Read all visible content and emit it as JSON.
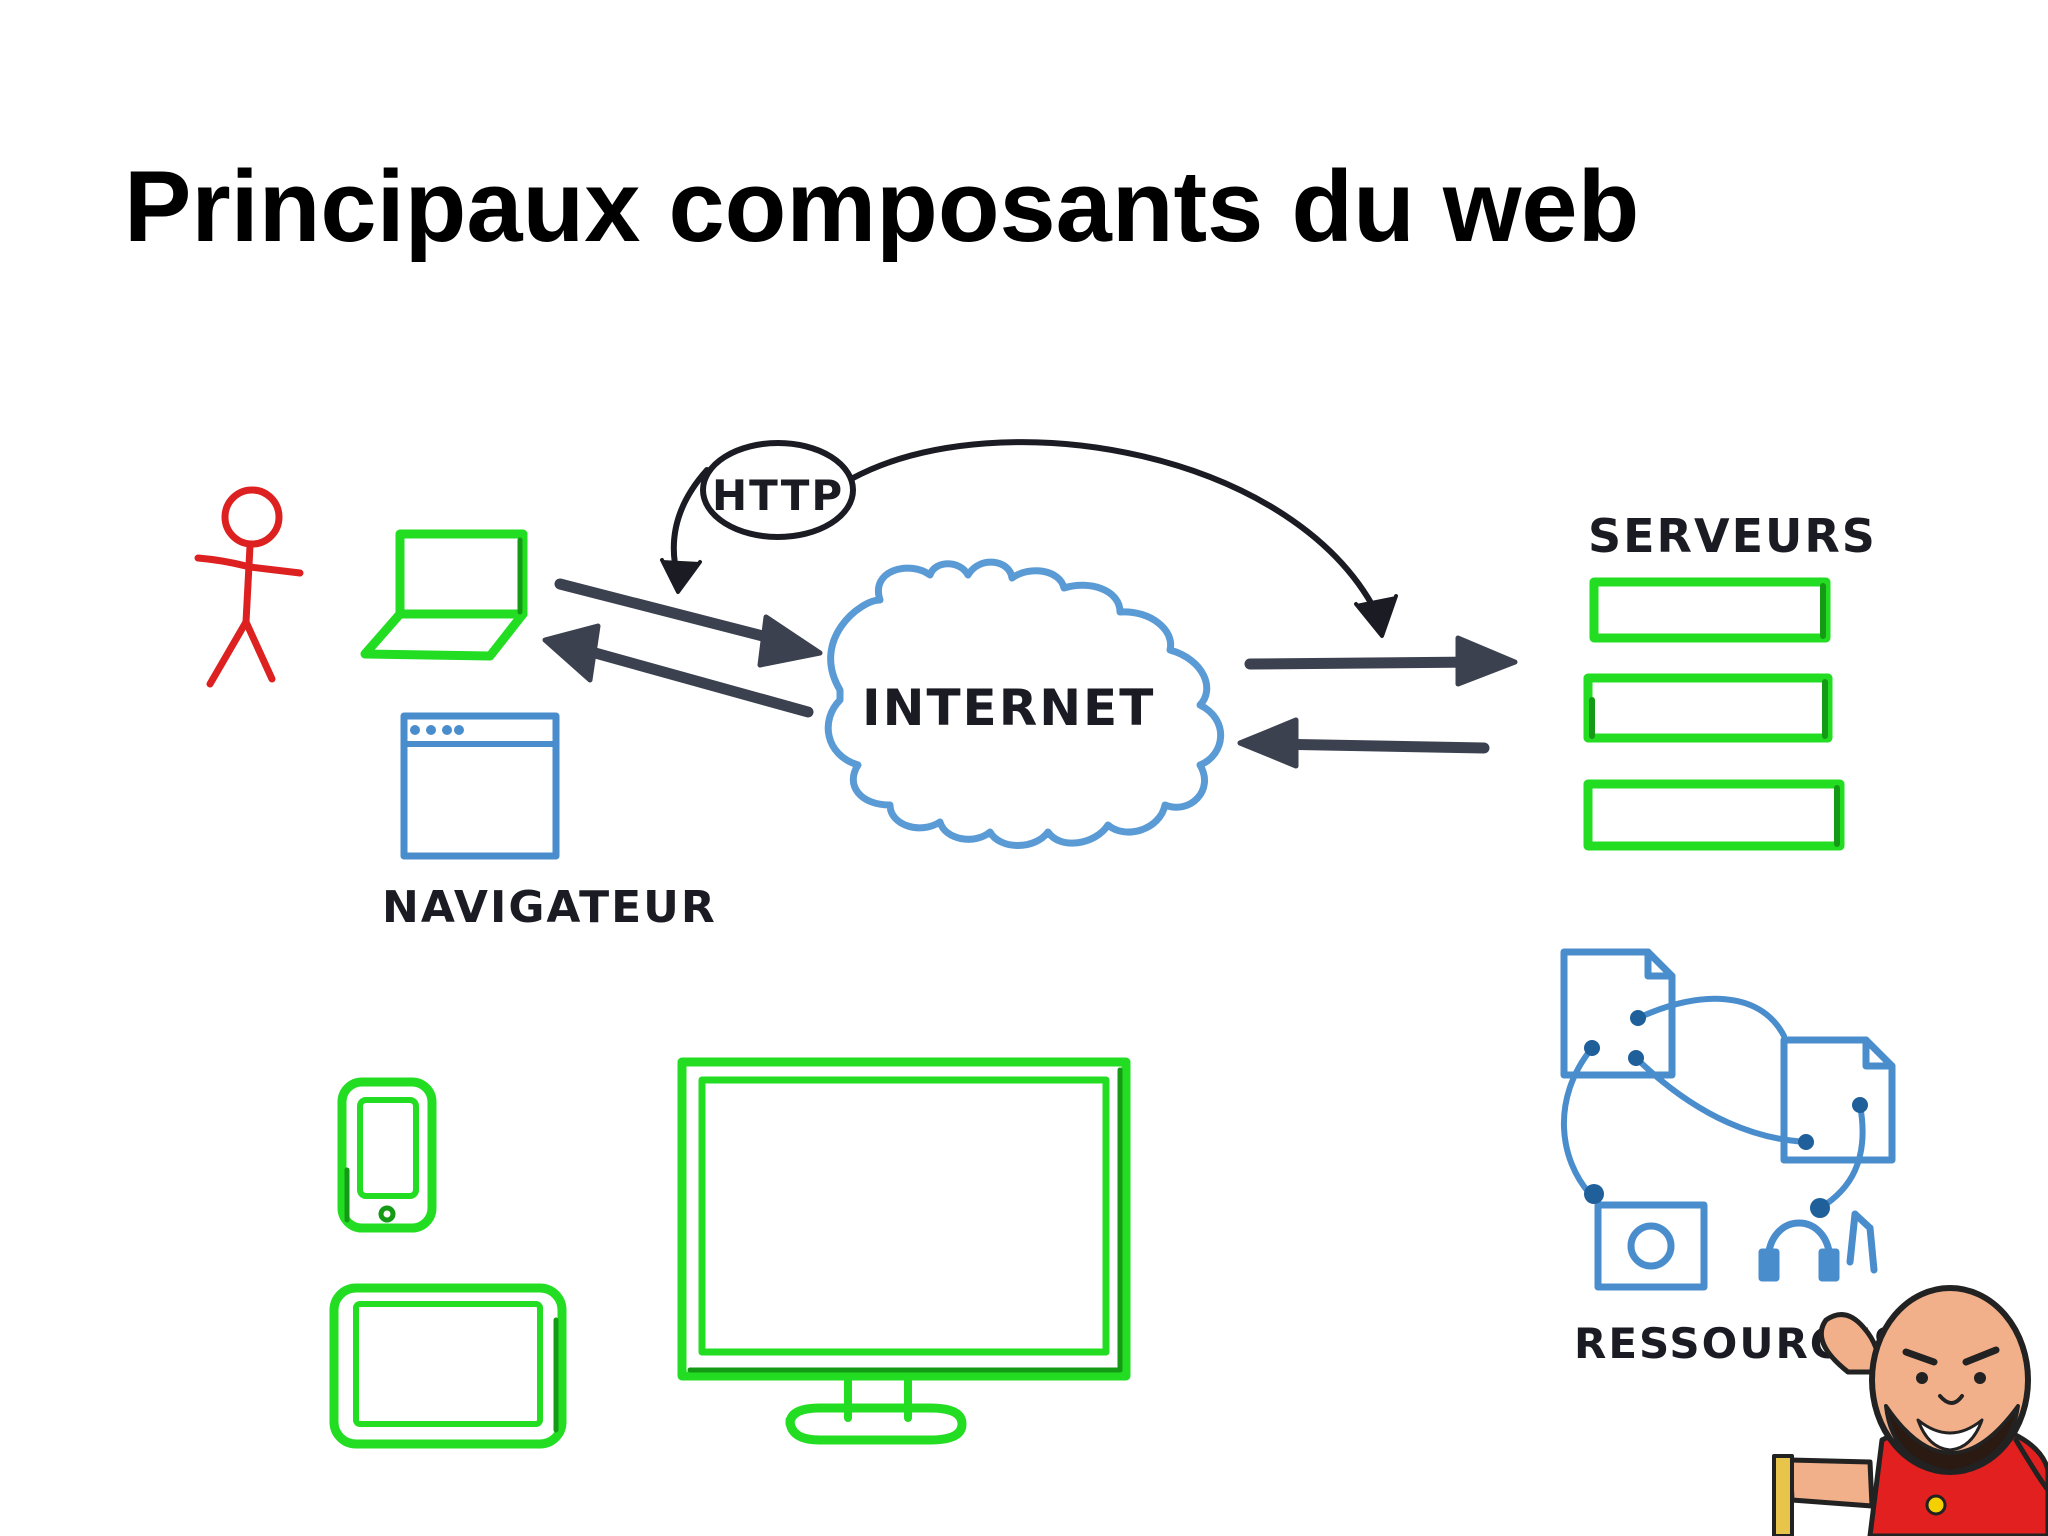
{
  "slide": {
    "title": "Principaux composants du web"
  },
  "diagram": {
    "labels": {
      "http": "HTTP",
      "internet": "INTERNET",
      "servers": "SERVEURS",
      "browser": "NAVIGATEUR",
      "resources": "RESSOURCES"
    },
    "colors": {
      "device": "#22dd22",
      "device_shade": "#159a15",
      "browser_window": "#4a8dcc",
      "cloud": "#5b9bd5",
      "resources": "#4a8dcc",
      "arrow": "#3c4150",
      "ink": "#1b1b24",
      "user": "#dd2020"
    },
    "icons": [
      "user-stick-figure-icon",
      "laptop-icon",
      "browser-window-icon",
      "cloud-icon",
      "server-icon",
      "document-icon",
      "image-file-icon",
      "audio-file-icon",
      "smartphone-icon",
      "tablet-icon",
      "monitor-icon",
      "mascot-icon"
    ]
  }
}
